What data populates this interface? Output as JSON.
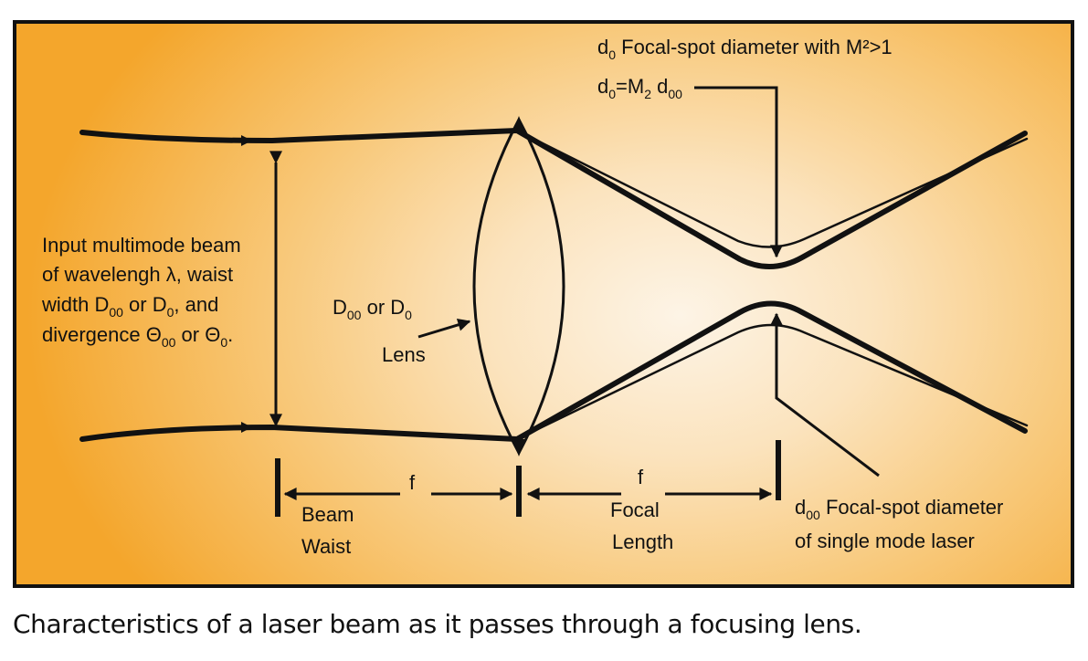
{
  "labels": {
    "focal_spot_m2": "Focal-spot diameter with M²>1",
    "input_beam_line1": "Input multimode beam",
    "input_beam_line2": "of wavelengh λ, waist",
    "and": ", and",
    "divergence": "divergence Θ",
    "lens_word": "Lens",
    "or": "or",
    "f_left": "f",
    "f_right": "f",
    "beam": "Beam",
    "waist": "Waist",
    "focal": "Focal",
    "length": "Length",
    "single_mode_line1": "Focal-spot diameter",
    "single_mode_line2": "of single mode laser"
  },
  "caption": "Characteristics of a laser beam as it passes through a focusing lens."
}
